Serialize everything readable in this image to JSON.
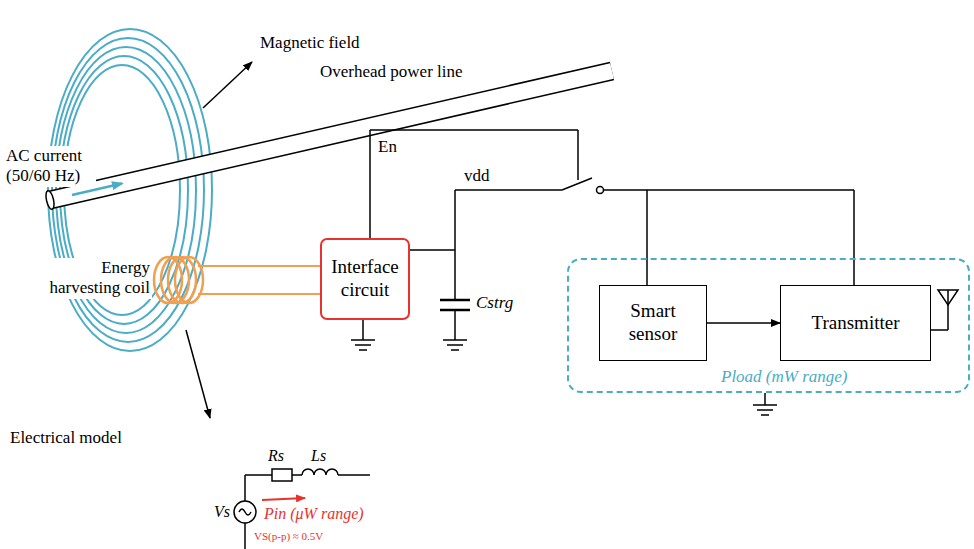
{
  "diagram": {
    "nodes": [
      {
        "text": [
          "Interface circuit"
        ]
      },
      {
        "text": [
          "Pload (mW range)"
        ]
      },
      {
        "text": [
          "Smart sensor"
        ],
        "in": 1
      },
      {
        "text": [
          "Transmitter"
        ],
        "in": 1
      }
    ],
    "edges": [
      {
        "from": 2,
        "to": 3,
        "arrow": "to"
      }
    ],
    "labels": [
      "Magnetic field",
      "Overhead power line",
      "AC current (50/60 Hz)",
      "En",
      "vdd",
      "Cstrg",
      "Energy harvesting coil",
      "Electrical model",
      "Rs",
      "Ls",
      "Vs",
      "Pin (μW range)",
      "VS(p-p) ≈ 0.5V"
    ]
  }
}
